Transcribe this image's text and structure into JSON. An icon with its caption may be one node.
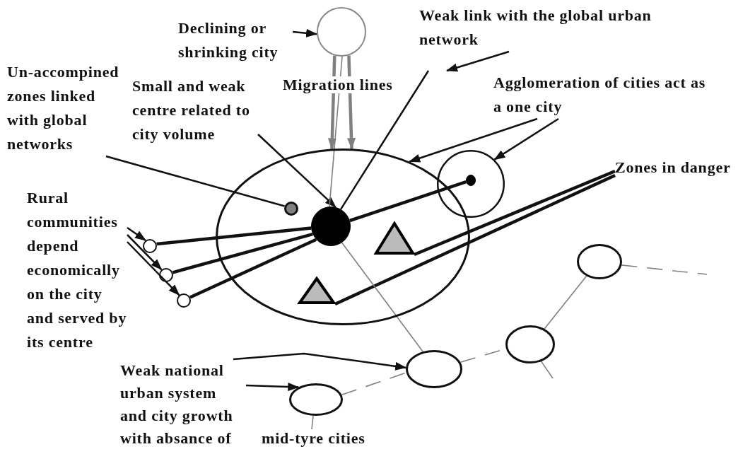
{
  "diagram": {
    "nodes": [
      {
        "text": [
          "Declining or shrinking city"
        ]
      },
      {
        "text": [],
        "shape": "circle"
      },
      {
        "text": [
          "Weak link with the global urban network"
        ]
      },
      {
        "text": [
          "Un-accompined zones linked with global networks"
        ]
      },
      {
        "text": [
          "Small and weak centre related to city volume"
        ]
      },
      {
        "text": [
          "Agglomeration of cities act as a one city"
        ]
      },
      {
        "text": [],
        "shape": "circle"
      },
      {
        "text": [],
        "shape": "circle",
        "in": 6
      },
      {
        "text": [],
        "shape": "circle",
        "in": 6
      },
      {
        "text": [],
        "shape": "circle"
      },
      {
        "text": [],
        "shape": "circle",
        "in": 9
      },
      {
        "text": [
          "Zones in danger"
        ]
      },
      {
        "text": [],
        "shape": "triangle",
        "in": 6
      },
      {
        "text": [],
        "shape": "triangle",
        "in": 6
      },
      {
        "text": [
          "Rural communities depend economically on the city and served by its centre"
        ]
      },
      {
        "text": [],
        "shape": "circle"
      },
      {
        "text": [],
        "shape": "circle"
      },
      {
        "text": [],
        "shape": "circle"
      },
      {
        "text": [
          "Weak national urban system and city growth with absance of the",
          "mid-tyre cities"
        ]
      },
      {
        "text": [],
        "shape": "circle"
      },
      {
        "text": [],
        "shape": "circle"
      },
      {
        "text": [],
        "shape": "circle"
      },
      {
        "text": [],
        "shape": "circle"
      }
    ],
    "edges": [
      {
        "from": 0,
        "to": 1,
        "arrow": "to"
      },
      {
        "from": 2,
        "to": null,
        "arrow": "to"
      },
      {
        "from": 8,
        "to": null,
        "arrow": "none"
      },
      {
        "from": 3,
        "to": 7,
        "arrow": "none"
      },
      {
        "from": 4,
        "to": 8,
        "arrow": "to"
      },
      {
        "from": 1,
        "to": 6,
        "arrow": "to",
        "style": "thick",
        "color": "#808080"
      },
      {
        "from": 1,
        "to": 6,
        "arrow": "to",
        "style": "thick",
        "color": "#808080"
      },
      {
        "from": 1,
        "to": 8,
        "arrow": "none",
        "color": "#808080"
      },
      {
        "from": 5,
        "to": 6,
        "arrow": "to"
      },
      {
        "from": 5,
        "to": 9,
        "arrow": "to"
      },
      {
        "from": 8,
        "to": 10,
        "arrow": "none",
        "style": "thick"
      },
      {
        "from": 11,
        "to": 12,
        "arrow": "none",
        "style": "thick"
      },
      {
        "from": 11,
        "to": 13,
        "arrow": "none",
        "style": "thick"
      },
      {
        "from": 14,
        "to": 15,
        "arrow": "to"
      },
      {
        "from": 14,
        "to": 16,
        "arrow": "to"
      },
      {
        "from": 14,
        "to": 17,
        "arrow": "to"
      },
      {
        "from": 8,
        "to": 15,
        "arrow": "none",
        "style": "thick"
      },
      {
        "from": 8,
        "to": 16,
        "arrow": "none",
        "style": "thick"
      },
      {
        "from": 8,
        "to": 17,
        "arrow": "none",
        "style": "thick"
      },
      {
        "from": 18,
        "to": 19,
        "arrow": "to"
      },
      {
        "from": 18,
        "to": 20,
        "arrow": "to"
      },
      {
        "from": 8,
        "to": 19,
        "arrow": "none",
        "color": "#808080"
      },
      {
        "from": 20,
        "to": 19,
        "arrow": "none",
        "style": "dashed",
        "color": "#808080"
      },
      {
        "from": 19,
        "to": 21,
        "arrow": "none",
        "style": "dashed",
        "color": "#808080"
      },
      {
        "from": 21,
        "to": 22,
        "arrow": "none",
        "color": "#808080"
      },
      {
        "from": 22,
        "to": null,
        "arrow": "none",
        "style": "dashed",
        "color": "#808080"
      },
      {
        "from": 21,
        "to": null,
        "arrow": "none",
        "color": "#808080"
      },
      {
        "from": 20,
        "to": 18,
        "arrow": "none",
        "color": "#808080"
      }
    ],
    "labels": [
      "Migration lines"
    ]
  }
}
